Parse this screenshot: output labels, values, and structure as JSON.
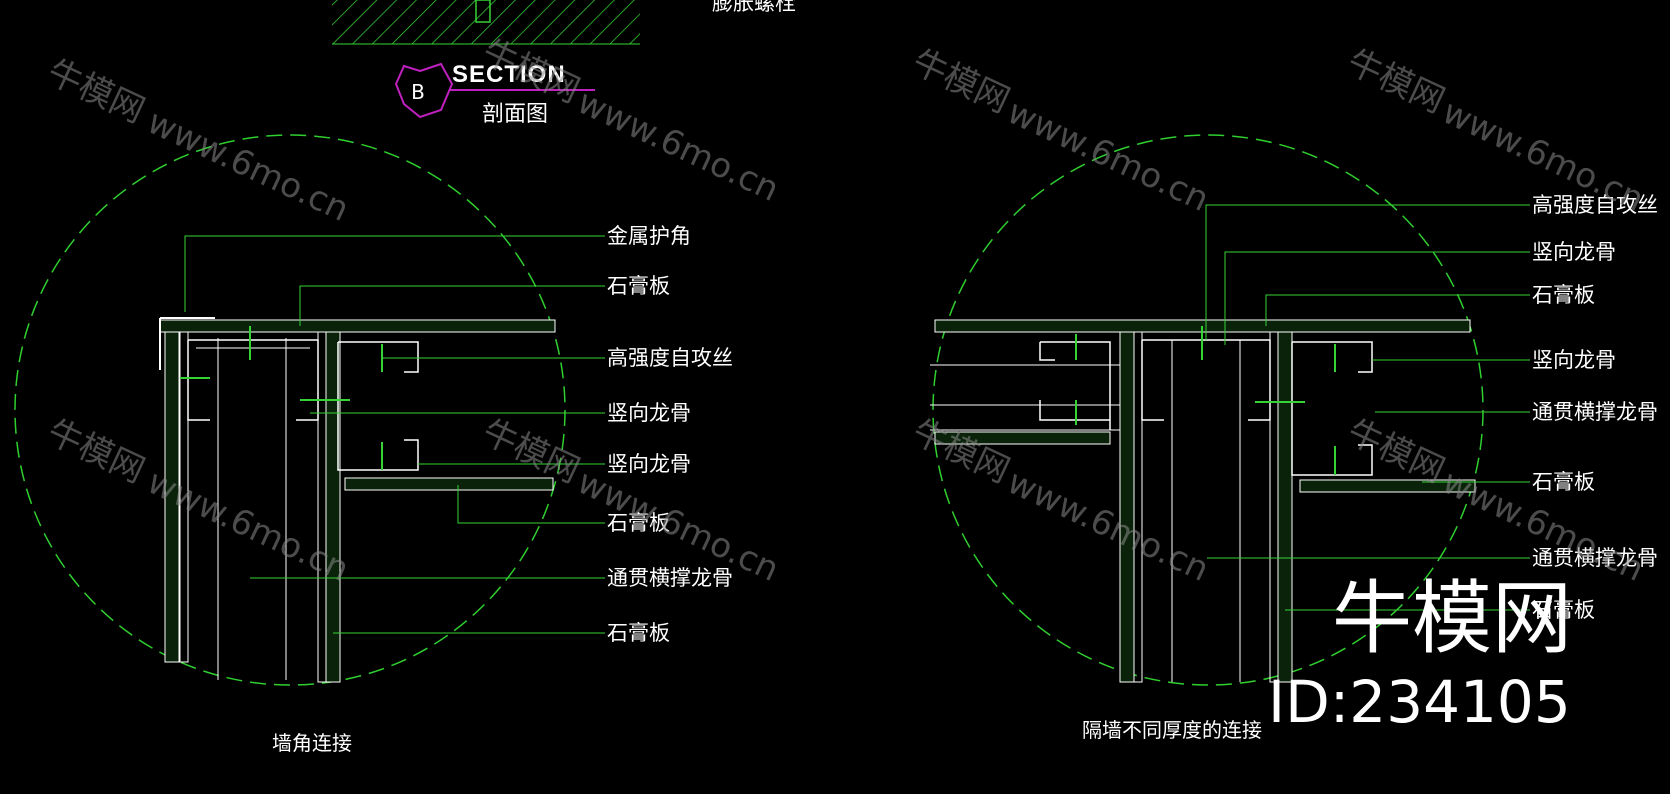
{
  "section": {
    "marker": "B",
    "title": "SECTION",
    "subtitle": "剖面图",
    "top_right_text": "膨胀螺栓"
  },
  "left_detail": {
    "caption": "墙角连接",
    "labels": [
      "金属护角",
      "石膏板",
      "高强度自攻丝",
      "竖向龙骨",
      "竖向龙骨",
      "石膏板",
      "通贯横撑龙骨",
      "石膏板"
    ]
  },
  "right_detail": {
    "caption": "隔墙不同厚度的连接",
    "labels": [
      "高强度自攻丝",
      "竖向龙骨",
      "石膏板",
      "竖向龙骨",
      "通贯横撑龙骨",
      "石膏板",
      "通贯横撑龙骨",
      "石膏板"
    ]
  },
  "watermark": {
    "brand": "牛模网",
    "url": "www.6mo.cn",
    "brand_large": "牛模网",
    "id_text": "ID:234105"
  },
  "colors": {
    "background": "#000000",
    "line": "#ffffff",
    "leader": "#35d335",
    "circle": "#2fcf2f",
    "marker": "#c020c0"
  }
}
